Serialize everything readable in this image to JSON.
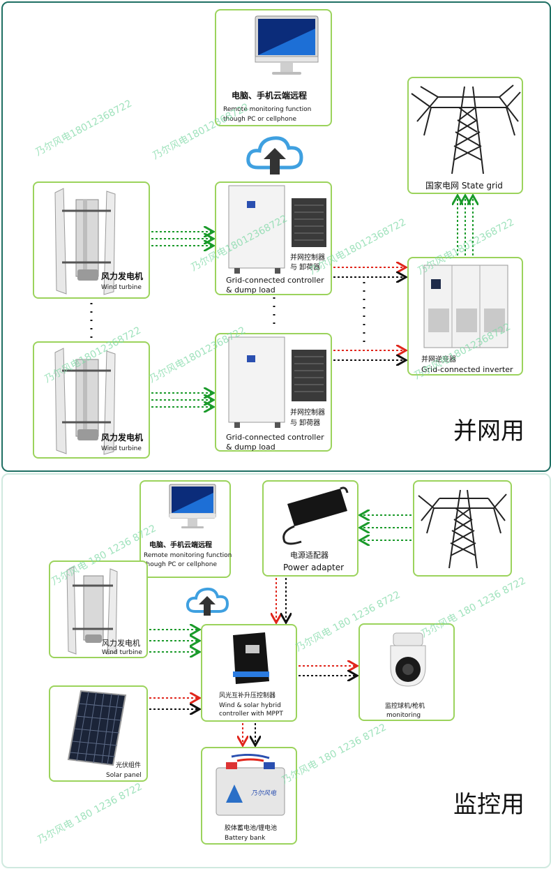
{
  "top": {
    "section_title": "并网用",
    "remote": {
      "cn": "电脑、手机云端远程",
      "en1": "Remote monitoring function",
      "en2": "though PC or cellphone"
    },
    "grid": {
      "label": "国家电网 State grid"
    },
    "wind1": {
      "cn": "风力发电机",
      "en": "Wind turbine"
    },
    "wind2": {
      "cn": "风力发电机",
      "en": "Wind turbine"
    },
    "controller1": {
      "cn1": "并网控制器",
      "cn2": "与 卸荷器",
      "en1": "Grid-connected controller",
      "en2": "& dump load"
    },
    "controller2": {
      "cn1": "并网控制器",
      "cn2": "与 卸荷器",
      "en1": "Grid-connected controller",
      "en2": "& dump load"
    },
    "inverter": {
      "cn": "并网逆变器",
      "en": "Grid-connected inverter"
    }
  },
  "bottom": {
    "section_title": "监控用",
    "remote": {
      "cn": "电脑、手机云端远程",
      "en1": "Remote monitoring function",
      "en2": "though PC or cellphone"
    },
    "adapter": {
      "cn": "电源适配器",
      "en": "Power adapter"
    },
    "wind": {
      "cn": "风力发电机",
      "en": "Wind turbine"
    },
    "hybrid": {
      "cn": "风光互补升压控制器",
      "en1": "Wind & solar hybrid",
      "en2": "controller with MPPT"
    },
    "camera": {
      "cn": "监控球机/枪机",
      "en": "monitoring"
    },
    "solar": {
      "cn": "光伏组件",
      "en": "Solar panel"
    },
    "battery": {
      "cn": "胶体蓄电池/锂电池",
      "en": "Battery bank",
      "brand": "乃尔风电"
    }
  },
  "watermarks": {
    "company": "乃尔风电18012368722",
    "company_spaced": "乃尔风电 180 1236 8722"
  },
  "colors": {
    "panel_border": "#1f6f63",
    "box_border": "#9bd35c",
    "green_arrow": "#1a9a2a",
    "red_arrow": "#e0261c",
    "black_arrow": "#111111",
    "cloud": "#3fa0e0"
  }
}
